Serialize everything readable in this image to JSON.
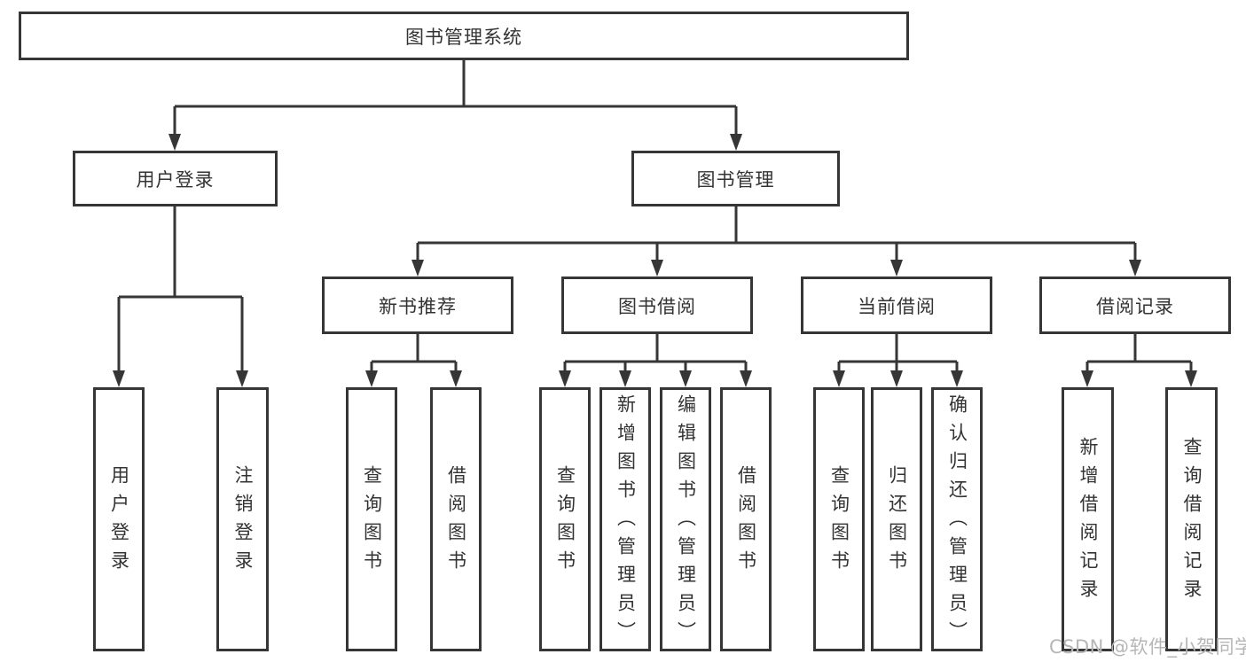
{
  "diagram": {
    "tree": {
      "root": {
        "label": "图书管理系统"
      },
      "branches": [
        {
          "label": "用户登录",
          "children": [
            {
              "label": "用户登录"
            },
            {
              "label": "注销登录"
            }
          ]
        },
        {
          "label": "图书管理",
          "children": [
            {
              "label": "新书推荐",
              "children": [
                {
                  "label": "查询图书"
                },
                {
                  "label": "借阅图书"
                }
              ]
            },
            {
              "label": "图书借阅",
              "children": [
                {
                  "label": "查询图书"
                },
                {
                  "label": "新增图书（管理员）"
                },
                {
                  "label": "编辑图书（管理员）"
                },
                {
                  "label": "借阅图书"
                }
              ]
            },
            {
              "label": "当前借阅",
              "children": [
                {
                  "label": "查询图书"
                },
                {
                  "label": "归还图书"
                },
                {
                  "label": "确认归还（管理员）"
                }
              ]
            },
            {
              "label": "借阅记录",
              "children": [
                {
                  "label": "新增借阅记录"
                },
                {
                  "label": "查询借阅记录"
                }
              ]
            }
          ]
        }
      ]
    },
    "watermark": {
      "text": "CSDN @软件_小贺同学"
    },
    "colors": {
      "line": "#363636",
      "text": "#333333",
      "box_background": "#ffffff",
      "watermark": "#b6b6b6"
    }
  }
}
